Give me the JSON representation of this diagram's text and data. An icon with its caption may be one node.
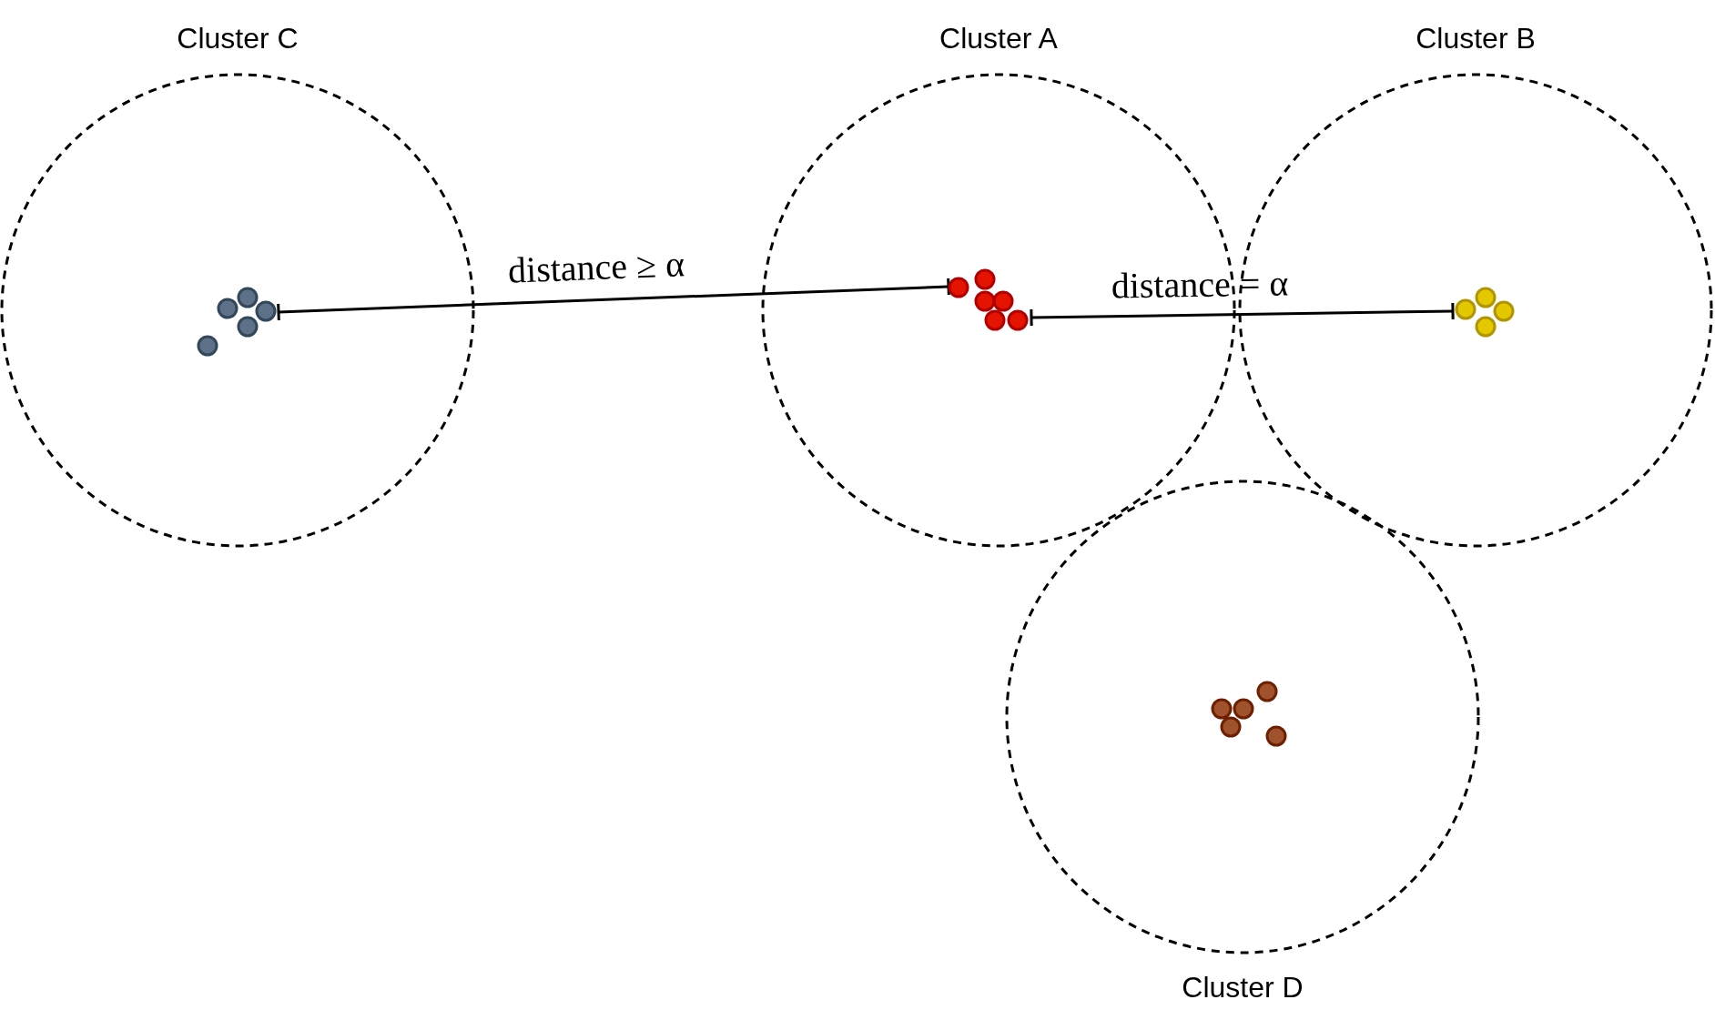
{
  "diagram": {
    "nodes": [
      {
        "text": [
          "Cluster C"
        ]
      },
      {
        "text": [
          "Cluster A"
        ]
      },
      {
        "text": [
          "Cluster B"
        ]
      },
      {
        "text": [
          "Cluster D"
        ]
      }
    ],
    "labels": [
      "distance ≥ α",
      "distance = α"
    ]
  }
}
